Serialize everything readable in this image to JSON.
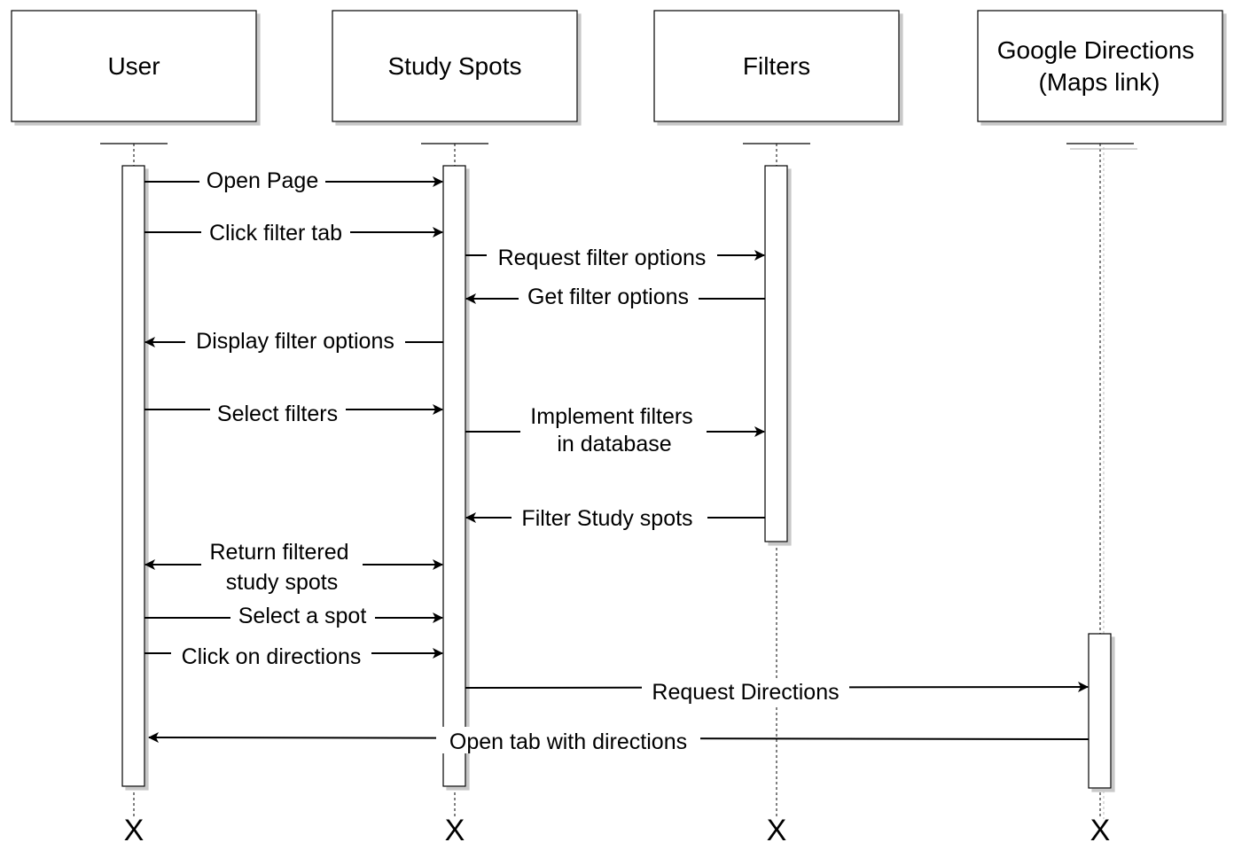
{
  "participants": [
    {
      "id": "user",
      "lines": [
        "User"
      ]
    },
    {
      "id": "study-spots",
      "lines": [
        "Study Spots"
      ]
    },
    {
      "id": "filters",
      "lines": [
        "Filters"
      ]
    },
    {
      "id": "google-directions",
      "lines": [
        "Google Directions",
        "(Maps link)"
      ]
    }
  ],
  "terminator": "X",
  "messages": [
    {
      "id": "open-page",
      "from": "user",
      "to": "study-spots",
      "lines": [
        "Open Page"
      ]
    },
    {
      "id": "click-filter-tab",
      "from": "user",
      "to": "study-spots",
      "lines": [
        "Click filter tab"
      ]
    },
    {
      "id": "request-filter-options",
      "from": "study-spots",
      "to": "filters",
      "lines": [
        "Request filter options"
      ]
    },
    {
      "id": "get-filter-options",
      "from": "filters",
      "to": "study-spots",
      "lines": [
        "Get filter options"
      ]
    },
    {
      "id": "display-filter-options",
      "from": "study-spots",
      "to": "user",
      "lines": [
        "Display filter options"
      ]
    },
    {
      "id": "select-filters",
      "from": "user",
      "to": "study-spots",
      "lines": [
        "Select filters"
      ]
    },
    {
      "id": "implement-filters",
      "from": "study-spots",
      "to": "filters",
      "lines": [
        "Implement filters",
        "in database"
      ]
    },
    {
      "id": "filter-study-spots",
      "from": "filters",
      "to": "study-spots",
      "lines": [
        "Filter Study spots"
      ]
    },
    {
      "id": "return-filtered",
      "from": "study-spots",
      "to": "user",
      "both": true,
      "lines": [
        "Return filtered",
        "study spots"
      ]
    },
    {
      "id": "select-a-spot",
      "from": "user",
      "to": "study-spots",
      "lines": [
        "Select a spot"
      ]
    },
    {
      "id": "click-directions",
      "from": "user",
      "to": "study-spots",
      "lines": [
        "Click on directions"
      ]
    },
    {
      "id": "request-directions",
      "from": "study-spots",
      "to": "google-directions",
      "lines": [
        "Request Directions"
      ]
    },
    {
      "id": "open-tab-directions",
      "from": "google-directions",
      "to": "user",
      "lines": [
        "Open tab with directions"
      ]
    }
  ]
}
